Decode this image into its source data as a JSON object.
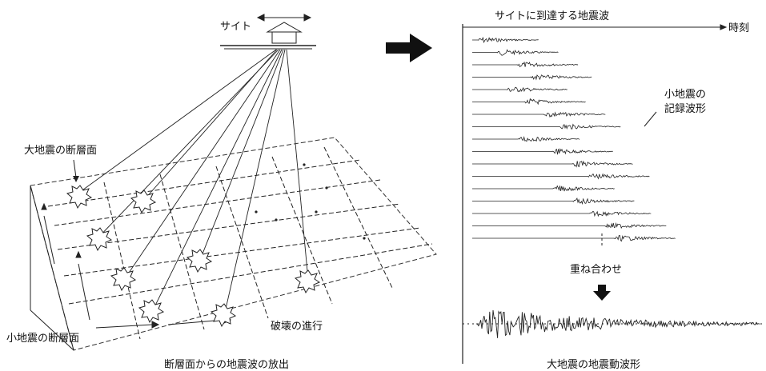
{
  "left_panel": {
    "site_label": "サイト",
    "fault_plane_label": "大地震の断層面",
    "small_fault_label": "小地震の断層面",
    "rupture_label": "破壊の進行",
    "caption": "断層面からの地震波の放出"
  },
  "right_panel": {
    "header": "サイトに到達する地震波",
    "time_label": "時刻",
    "record_label_line1": "小地震の",
    "record_label_line2": "記録波形",
    "superpose_label": "重ね合わせ",
    "caption": "大地震の地震動波形"
  },
  "traces": {
    "count": 17,
    "onsets": [
      0.03,
      0.16,
      0.29,
      0.38,
      0.22,
      0.34,
      0.47,
      0.57,
      0.3,
      0.52,
      0.65,
      0.76,
      0.53,
      0.66,
      0.77,
      0.87,
      0.93
    ]
  }
}
